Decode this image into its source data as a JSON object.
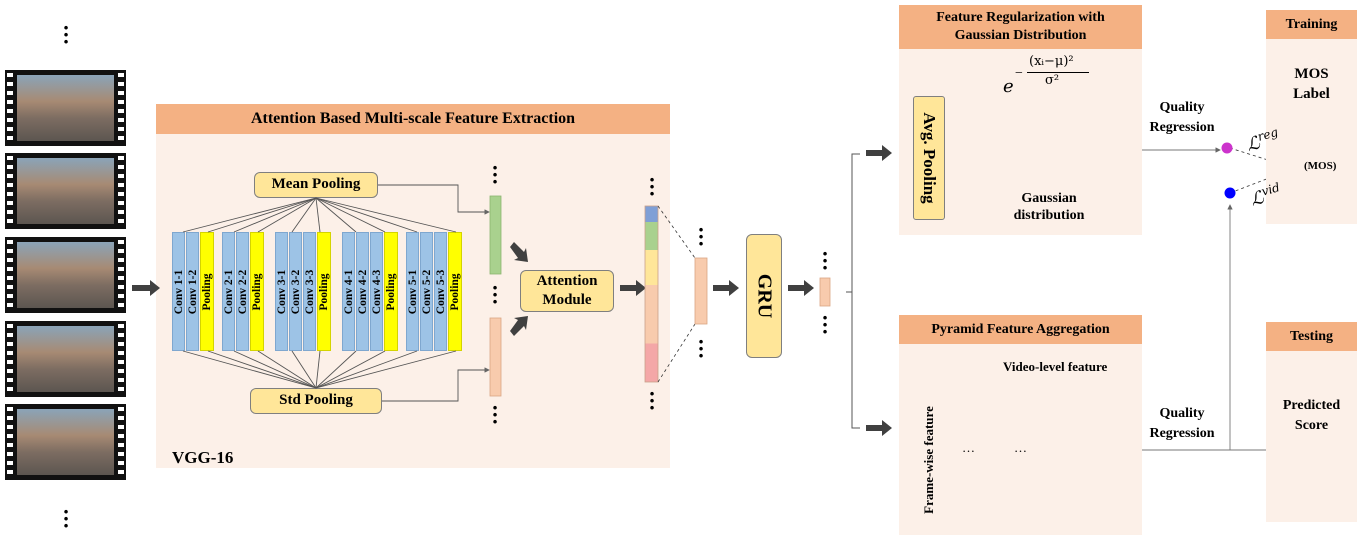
{
  "extraction": {
    "title": "Attention Based  Multi-scale Feature Extraction",
    "backbone": "VGG-16",
    "mean_pooling": "Mean Pooling",
    "std_pooling": "Std Pooling",
    "attention_line1": "Attention",
    "attention_line2": "Module",
    "blocks": [
      {
        "convs": [
          "Conv 1-1",
          "Conv 1-2"
        ],
        "pool": "Pooling"
      },
      {
        "convs": [
          "Conv 2-1",
          "Conv 2-2"
        ],
        "pool": "Pooling"
      },
      {
        "convs": [
          "Conv 3-1",
          "Conv 3-2",
          "Conv 3-3"
        ],
        "pool": "Pooling"
      },
      {
        "convs": [
          "Conv 4-1",
          "Conv 4-2",
          "Conv 4-3"
        ],
        "pool": "Pooling"
      },
      {
        "convs": [
          "Conv 5-1",
          "Conv 5-2",
          "Conv 5-3"
        ],
        "pool": "Pooling"
      }
    ]
  },
  "gru": "GRU",
  "regularization": {
    "title_line1": "Feature Regularization with",
    "title_line2": "Gaussian Distribution",
    "avg_pooling": "Avg. Pooling",
    "formula_base": "e",
    "formula_exp_num": "(xᵢ−μ)²",
    "formula_exp_den": "σ²",
    "gaussian_line1": "Gaussian",
    "gaussian_line2": "distribution",
    "quality_regression_line1": "Quality",
    "quality_regression_line2": "Regression"
  },
  "pyramid": {
    "title": "Pyramid Feature Aggregation",
    "video_level": "Video-level feature",
    "frame_wise": "Frame-wise feature",
    "ellipsis": "…",
    "quality_regression_line1": "Quality",
    "quality_regression_line2": "Regression"
  },
  "training": {
    "title": "Training",
    "mos_line1": "MOS",
    "mos_line2": "Label",
    "mos_point": "(MOS)",
    "loss_reg": "ℒ",
    "loss_reg_sup": "reg",
    "loss_vid": "ℒ",
    "loss_vid_sup": "vid"
  },
  "testing": {
    "title": "Testing",
    "predicted_line1": "Predicted",
    "predicted_line2": "Score"
  },
  "colors": {
    "panel": "#fcf0e8",
    "panel_title": "#f4b183",
    "conv": "#9dc3e6",
    "pooling": "#ffff00",
    "module": "#ffe699",
    "feature_bar": "#f8cbad",
    "gaussian_bar": "#f4a7a7",
    "point_red": "#ff0000",
    "point_purple": "#cc33cc",
    "point_blue": "#0000ff"
  }
}
